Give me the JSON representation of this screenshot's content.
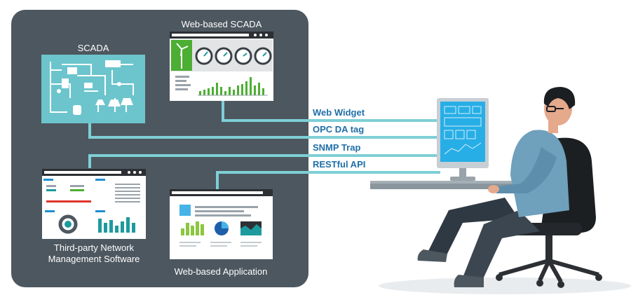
{
  "labels": {
    "scada": "SCADA",
    "web_scada": "Web-based SCADA",
    "third_party_line1": "Third-party Network",
    "third_party_line2": "Management Software",
    "web_app": "Web-based Application"
  },
  "connections": [
    {
      "label": "Web Widget"
    },
    {
      "label": "OPC DA tag"
    },
    {
      "label": "SNMP Trap"
    },
    {
      "label": "RESTful API"
    }
  ],
  "colors": {
    "panel": "#4d575f",
    "line": "#7fcfd6",
    "label": "#1f6fa8",
    "teal_screen": "#6cc5cc",
    "green": "#4cae32",
    "blue": "#1f8fd0",
    "red": "#e0332a",
    "teal_dark": "#1d9a9e",
    "monitor_screen": "#27aee6"
  },
  "icons": [
    "wind-turbine-icon",
    "gauge-icon",
    "bar-chart-icon",
    "pie-chart-icon",
    "area-chart-icon",
    "donut-chart-icon",
    "person-icon",
    "office-chair-icon",
    "desk-icon",
    "monitor-icon"
  ]
}
